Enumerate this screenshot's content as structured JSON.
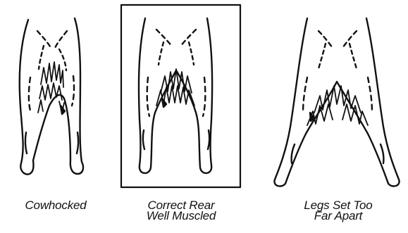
{
  "figures": [
    {
      "id": "cowhocked",
      "caption_lines": [
        "Cowhocked"
      ],
      "highlighted": false
    },
    {
      "id": "correct",
      "caption_lines": [
        "Correct Rear",
        "Well Muscled"
      ],
      "highlighted": true
    },
    {
      "id": "wide",
      "caption_lines": [
        "Legs Set Too",
        "Far Apart"
      ],
      "highlighted": false
    }
  ],
  "colors": {
    "ink": "#111111",
    "background": "#ffffff"
  }
}
